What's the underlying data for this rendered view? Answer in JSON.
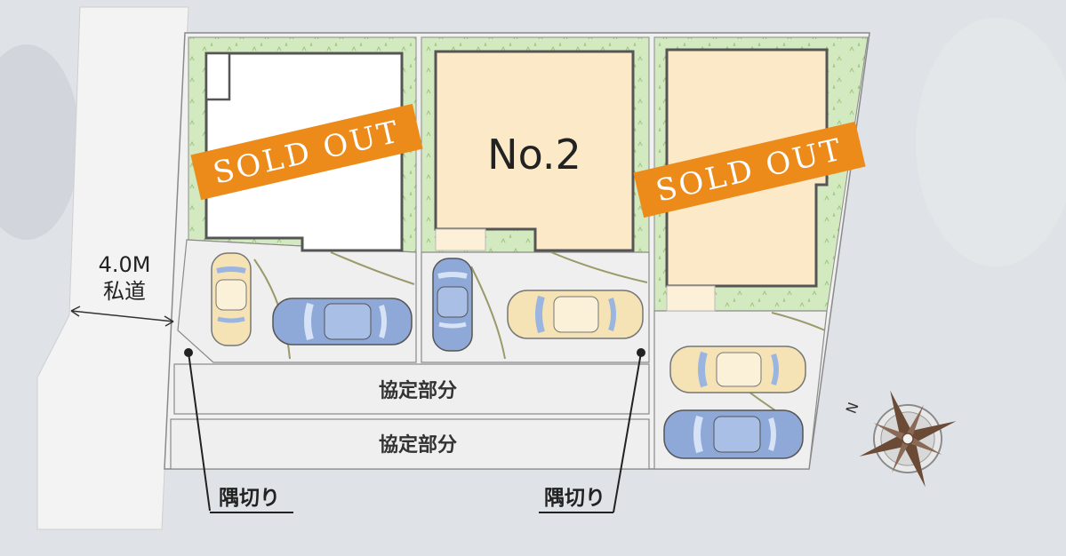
{
  "plan": {
    "road_width": "4.0M",
    "road_type": "私道",
    "shared_area_1": "協定部分",
    "shared_area_2": "協定部分",
    "corner_cut_left": "隅切り",
    "corner_cut_right": "隅切り",
    "compass_letter": "N"
  },
  "lots": [
    {
      "id": "lot-1",
      "status": "SOLD OUT"
    },
    {
      "id": "lot-2",
      "label": "No.2"
    },
    {
      "id": "lot-3",
      "status": "SOLD OUT"
    }
  ],
  "colors": {
    "background": "#dfe2e6",
    "road": "#f2f2f2",
    "lawn": "#d3eac0",
    "house_available": "#fce9c8",
    "house_sold": "#ffffff",
    "sold_banner": "#ec8a1a",
    "outline": "#555555",
    "car_yellow": "#f5e3b5",
    "car_blue": "#8ea8d8"
  },
  "icons": {
    "compass": "compass-rose-icon",
    "car": "car-icon",
    "corner_marker": "dot-marker-icon"
  }
}
